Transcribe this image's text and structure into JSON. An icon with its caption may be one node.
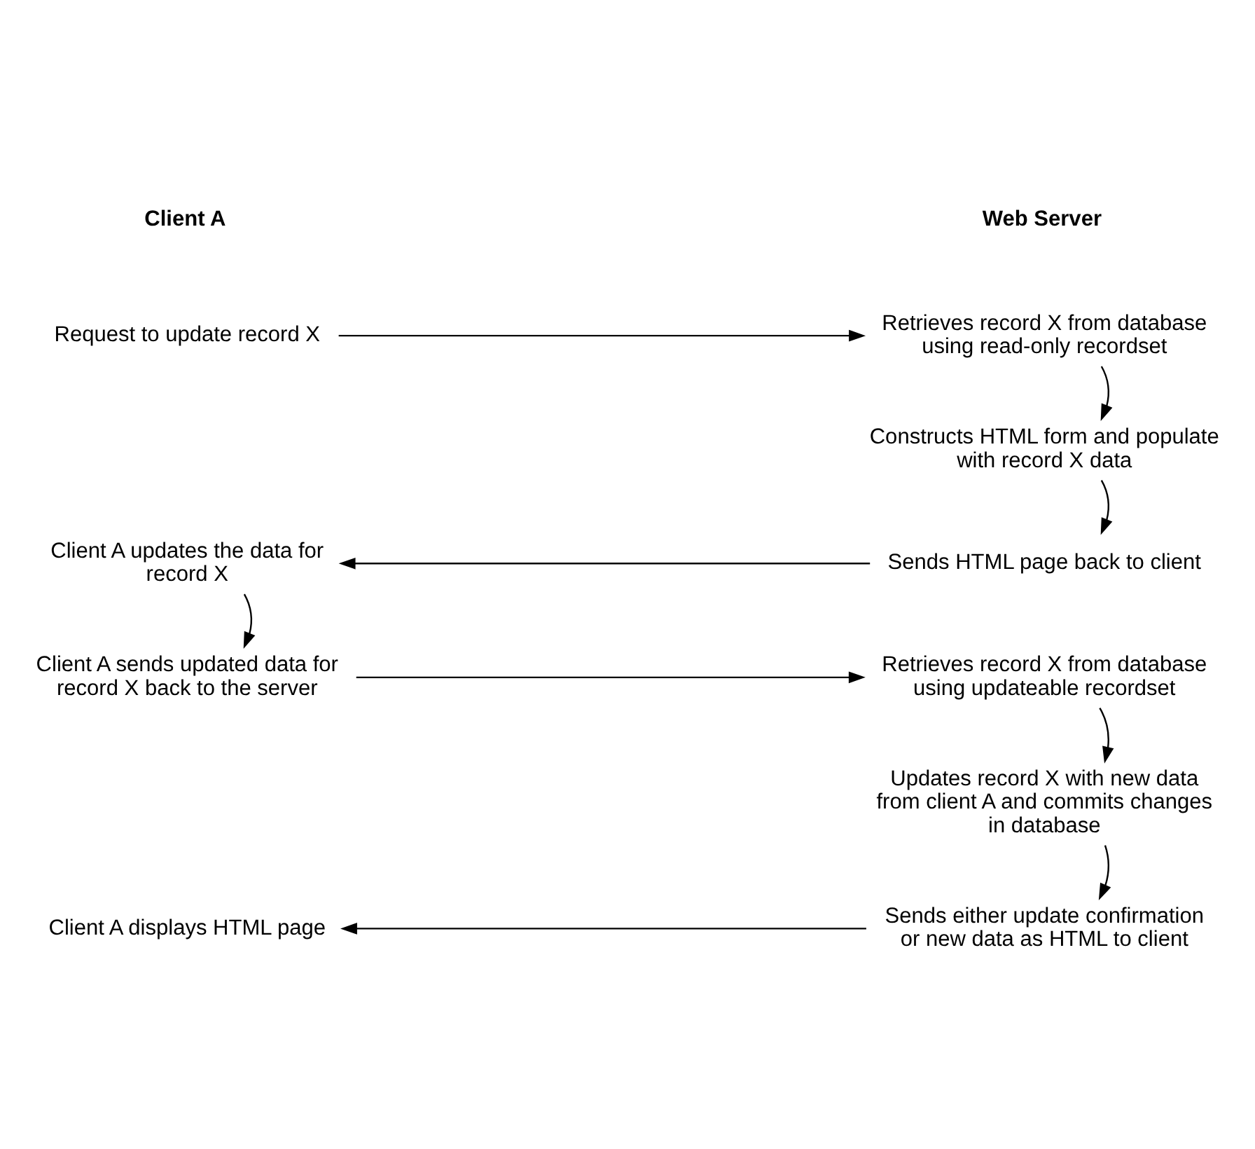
{
  "diagram": {
    "nodes": [
      {
        "text": [
          "Request to update record X"
        ]
      },
      {
        "text": [
          "Retrieves record X from database using read-only recordset"
        ]
      },
      {
        "text": [
          "Constructs HTML form and populate with record X data"
        ]
      },
      {
        "text": [
          "Sends HTML page back to client"
        ]
      },
      {
        "text": [
          "Client A updates the data for record X"
        ]
      },
      {
        "text": [
          "Client A sends updated data for record X back to the server"
        ]
      },
      {
        "text": [
          "Retrieves record X from database using updateable recordset"
        ]
      },
      {
        "text": [
          "Updates record X with new data from client A and commits changes in database"
        ]
      },
      {
        "text": [
          "Sends either update confirmation or new data as HTML to client"
        ]
      },
      {
        "text": [
          "Client A displays HTML page"
        ]
      }
    ],
    "edges": [
      {
        "from": 0,
        "to": 1,
        "arrow": "to"
      },
      {
        "from": 1,
        "to": 2,
        "arrow": "to"
      },
      {
        "from": 2,
        "to": 3,
        "arrow": "to"
      },
      {
        "from": 3,
        "to": 4,
        "arrow": "to"
      },
      {
        "from": 4,
        "to": 5,
        "arrow": "to"
      },
      {
        "from": 5,
        "to": 6,
        "arrow": "to"
      },
      {
        "from": 6,
        "to": 7,
        "arrow": "to"
      },
      {
        "from": 7,
        "to": 8,
        "arrow": "to"
      },
      {
        "from": 8,
        "to": 9,
        "arrow": "to"
      }
    ],
    "labels": [
      "Client A",
      "Web Server"
    ]
  }
}
